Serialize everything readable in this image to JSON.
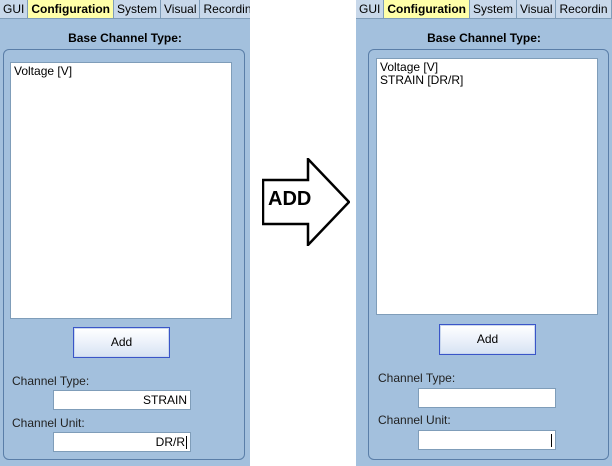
{
  "left": {
    "tabs": [
      "GUI",
      "Configuration",
      "System",
      "Visual",
      "Recordin"
    ],
    "active_tab": "Configuration",
    "group_title": "Base Channel Type:",
    "list_items": [
      "Voltage [V]"
    ],
    "add_button": "Add",
    "channel_type_label": "Channel Type:",
    "channel_type_value": "STRAIN",
    "channel_unit_label": "Channel Unit:",
    "channel_unit_value": "DR/R"
  },
  "arrow": {
    "label": "ADD"
  },
  "right": {
    "tabs": [
      "GUI",
      "Configuration",
      "System",
      "Visual",
      "Recordin"
    ],
    "active_tab": "Configuration",
    "group_title": "Base Channel Type:",
    "list_items": [
      "Voltage [V]",
      "STRAIN [DR/R]"
    ],
    "add_button": "Add",
    "channel_type_label": "Channel Type:",
    "channel_type_value": "",
    "channel_unit_label": "Channel Unit:",
    "channel_unit_value": ""
  },
  "colors": {
    "panel_bg": "#a3c0dd",
    "active_tab_bg": "#ffffa8",
    "button_border": "#3a55c8"
  }
}
